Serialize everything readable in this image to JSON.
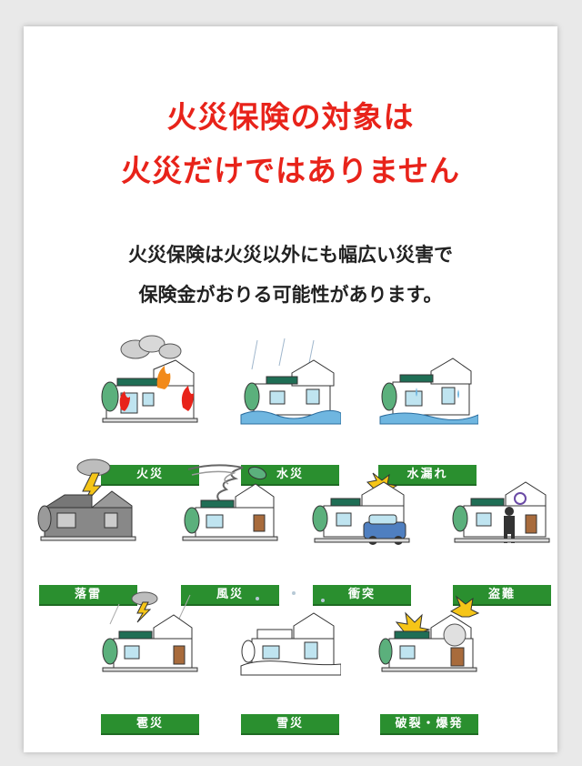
{
  "headline": {
    "line1": "火災保険の対象は",
    "line2": "火災だけではありません"
  },
  "subtext": {
    "line1": "火災保険は火災以外にも幅広い災害で",
    "line2": "保険金がおりる可能性があります。"
  },
  "colors": {
    "headline": "#e8231a",
    "label_bg": "#2a8f2f",
    "house_wall": "#ffffff",
    "house_trim": "#1f6e55"
  },
  "perils": [
    {
      "label": "火災",
      "icon": "fire-icon"
    },
    {
      "label": "水災",
      "icon": "flood-icon"
    },
    {
      "label": "水漏れ",
      "icon": "water-leak-icon"
    },
    {
      "label": "落雷",
      "icon": "lightning-icon"
    },
    {
      "label": "風災",
      "icon": "tornado-icon"
    },
    {
      "label": "衝突",
      "icon": "car-crash-icon"
    },
    {
      "label": "盗難",
      "icon": "burglar-icon"
    },
    {
      "label": "雹災",
      "icon": "hail-icon"
    },
    {
      "label": "雪災",
      "icon": "snow-icon"
    },
    {
      "label": "破裂・爆発",
      "icon": "explosion-icon"
    }
  ]
}
